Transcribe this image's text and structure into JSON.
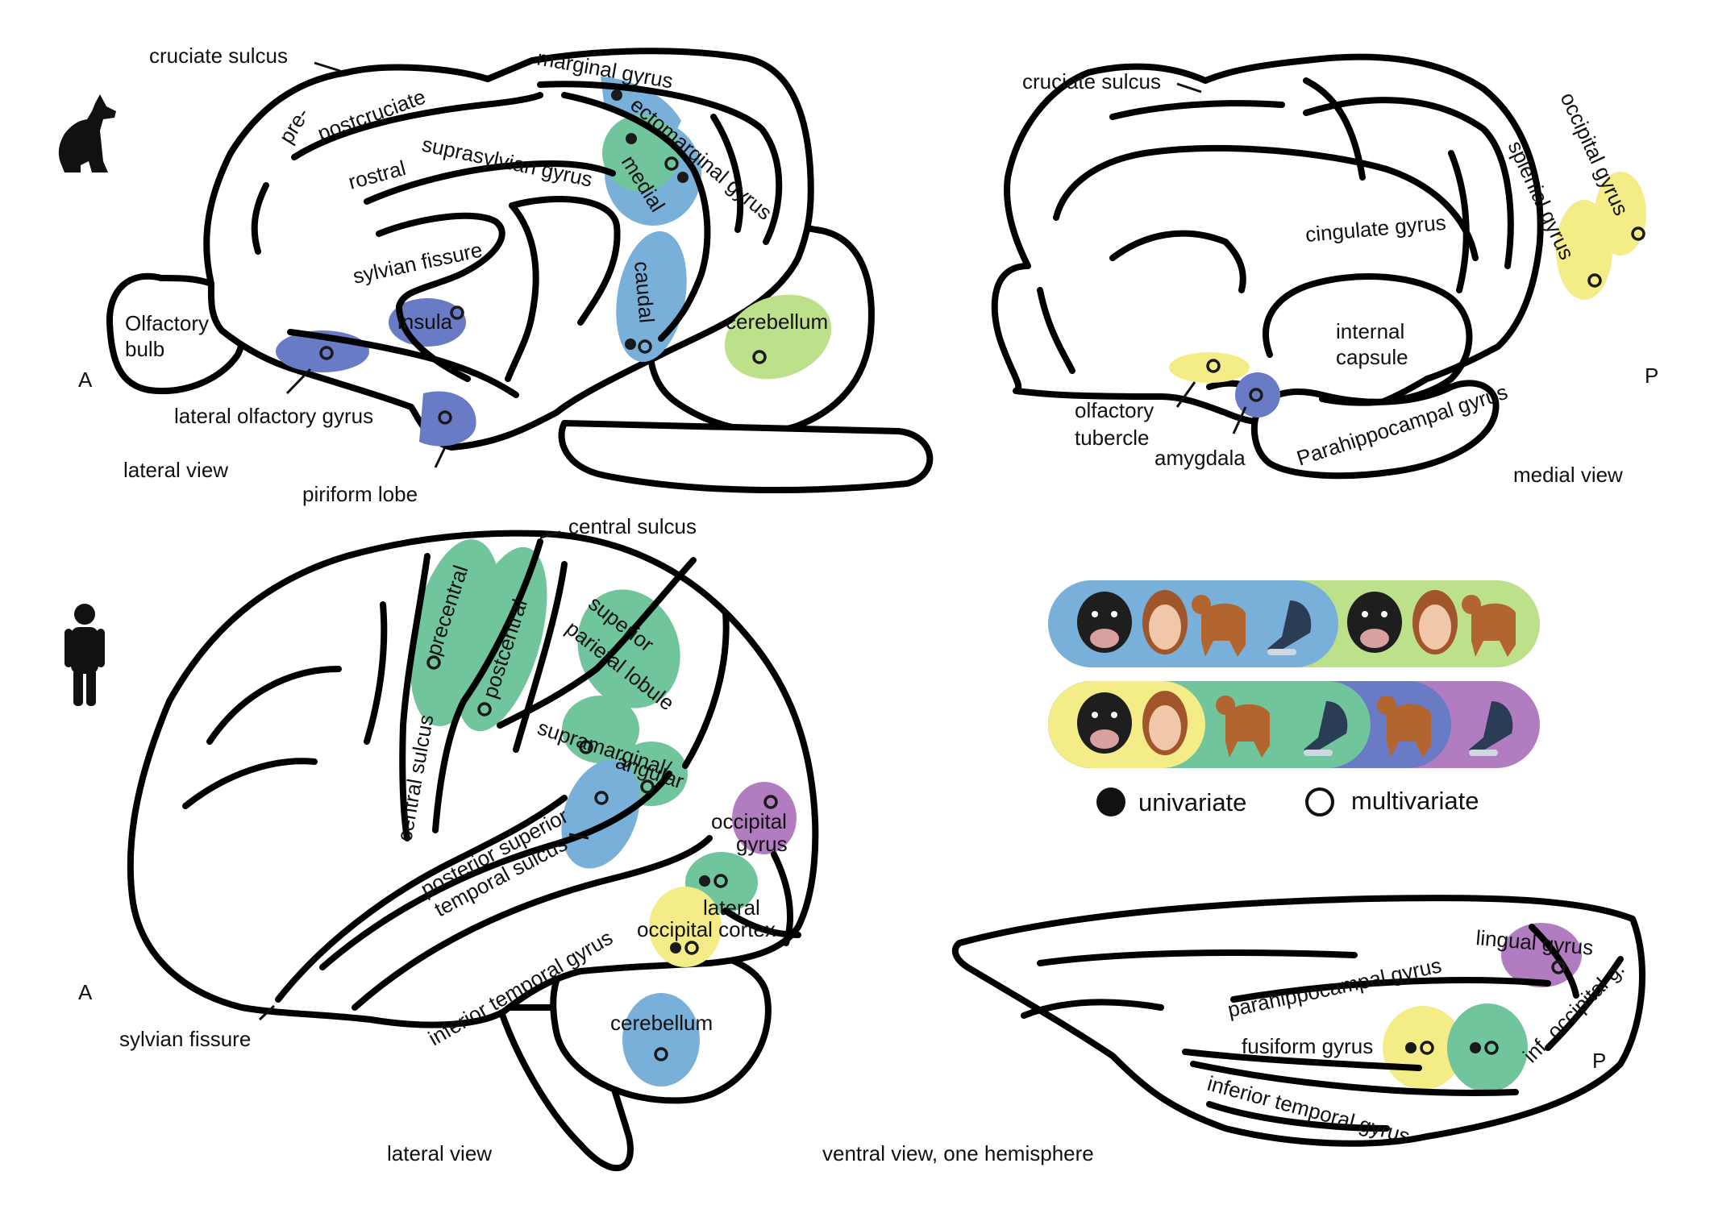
{
  "colors": {
    "blue": "#78b0da",
    "green": "#71c59d",
    "yellow": "#f3ec87",
    "indigo": "#6a7bc6",
    "purple": "#b27cc0",
    "lightgreen": "#bde08a",
    "outline": "#000000"
  },
  "icons": {
    "dog": "dog-silhouette-icon",
    "human": "human-silhouette-icon"
  },
  "dog_lateral": {
    "labels": {
      "cruciate_sulcus": "cruciate sulcus",
      "marginal_gyrus": "marginal gyrus",
      "pre": "pre-",
      "postcruciate": "postcruciate",
      "ectomarginal": "ectomarginal gyrus",
      "rostral": "rostral",
      "suprasylvian": "suprasylvian gyrus",
      "medial": "medial",
      "sylvian_fissure": "sylvian fissure",
      "caudal": "caudal",
      "olfactory_bulb_1": "Olfactory",
      "olfactory_bulb_2": "bulb",
      "insula": "insula",
      "cerebellum": "cerebellum",
      "anterior": "A",
      "lateral_olfactory_gyrus": "lateral olfactory gyrus",
      "piriform_lobe": "piriform lobe"
    },
    "caption": "lateral view"
  },
  "dog_medial": {
    "labels": {
      "cruciate_sulcus": "cruciate sulcus",
      "occipital_gyrus": "occipital gyrus",
      "splenial_gyrus": "splenial gyrus",
      "cingulate_gyrus": "cingulate gyrus",
      "internal_capsule_1": "internal",
      "internal_capsule_2": "capsule",
      "olfactory_tubercle_1": "olfactory",
      "olfactory_tubercle_2": "tubercle",
      "amygdala": "amygdala",
      "parahippocampal": "Parahippocampal gyrus",
      "posterior": "P"
    },
    "caption": "medial view"
  },
  "human_lateral": {
    "labels": {
      "central_sulcus_top": "central sulcus",
      "precentral": "precentral",
      "postcentral": "postcentral",
      "superior_parietal_1": "superior",
      "superior_parietal_2": "parietal lobule",
      "supramarginal": "supramarginal/",
      "angular": "angular",
      "central_sulcus_side": "central sulcus",
      "pst_1": "posterior superior",
      "pst_2": "temporal sulcus",
      "occipital_1": "occipital",
      "occipital_2": "gyrus",
      "loc_1": "lateral",
      "loc_2": "occipital cortex",
      "inferior_temporal": "inferior temporal gyrus",
      "cerebellum": "cerebellum",
      "anterior": "A",
      "sylvian_fissure": "sylvian fissure"
    },
    "caption": "lateral view"
  },
  "human_ventral": {
    "labels": {
      "lingual": "lingual gyrus",
      "parahippocampal": "parahippocampal gyrus",
      "fusiform": "fusiform gyrus",
      "inf_occipital": "inf. occipital g.",
      "inferior_temporal": "inferior temporal gyrus",
      "posterior": "P"
    },
    "caption": "ventral view, one hemisphere"
  },
  "legend": {
    "row1": [
      {
        "color": "blue",
        "images": [
          "dog-face-thumbnail",
          "human-face-thumbnail",
          "dog-body-thumbnail",
          "human-body-thumbnail"
        ]
      },
      {
        "color": "lightgreen",
        "images": [
          "dog-face-thumbnail",
          "human-face-thumbnail",
          "dog-body-thumbnail"
        ]
      }
    ],
    "row2": [
      {
        "color": "yellow",
        "images": [
          "dog-face-thumbnail",
          "human-face-thumbnail"
        ]
      },
      {
        "color": "green",
        "images": [
          "dog-body-thumbnail",
          "human-body-thumbnail"
        ]
      },
      {
        "color": "indigo",
        "images": [
          "dog-body-thumbnail"
        ]
      },
      {
        "color": "purple",
        "images": [
          "human-body-thumbnail"
        ]
      }
    ],
    "univariate": "univariate",
    "multivariate": "multivariate"
  }
}
